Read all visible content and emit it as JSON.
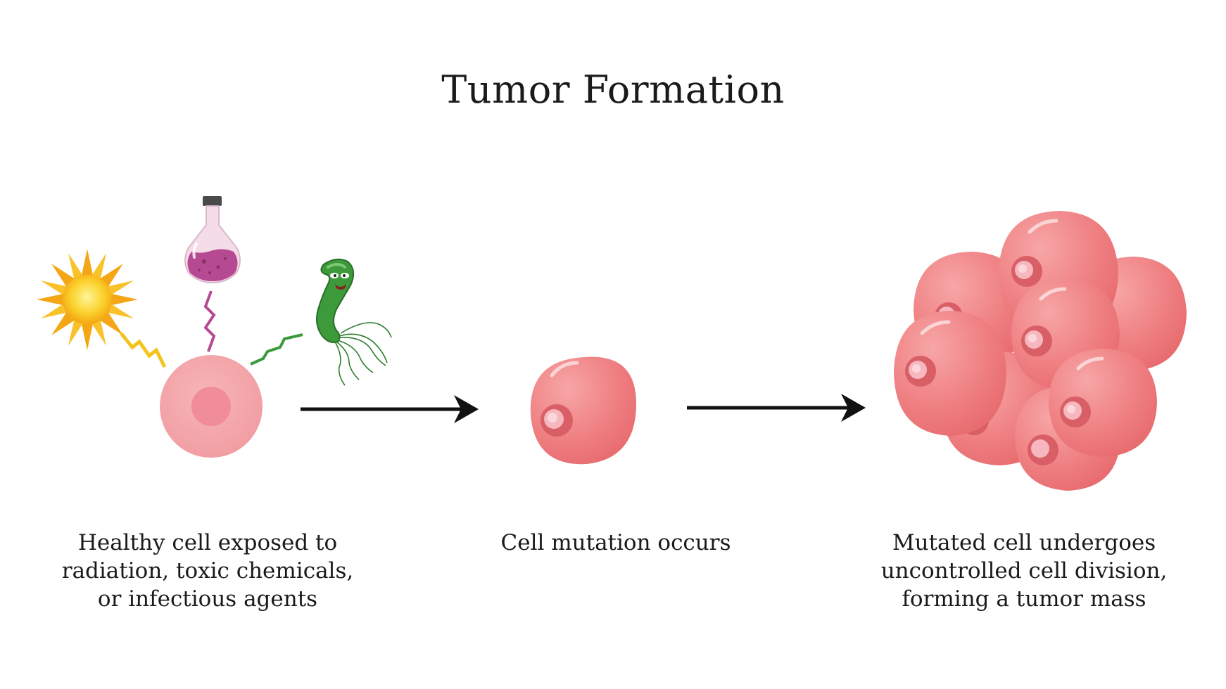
{
  "title": "Tumor Formation",
  "colors": {
    "healthy_cell": "#f4a7a9",
    "healthy_nucleus": "#f08d98",
    "mutated_cell": "#ef7f80",
    "mutated_cell_light": "#f7a2a4",
    "nucleus": "#f8c0c8",
    "sun": "#f7b216",
    "flask_liquid": "#b64a92",
    "bacteria": "#3d9a3b",
    "arrow": "#111111"
  },
  "icons": [
    "sun-icon",
    "chemical-flask-icon",
    "bacteria-icon",
    "healthy-cell",
    "mutated-cell",
    "tumor-mass"
  ],
  "stages": [
    {
      "caption_lines": [
        "Healthy cell exposed to",
        "radiation, toxic chemicals,",
        "or infectious agents"
      ]
    },
    {
      "caption_lines": [
        "Cell mutation occurs"
      ]
    },
    {
      "caption_lines": [
        "Mutated cell undergoes",
        "uncontrolled cell division,",
        "forming a tumor mass"
      ]
    }
  ]
}
